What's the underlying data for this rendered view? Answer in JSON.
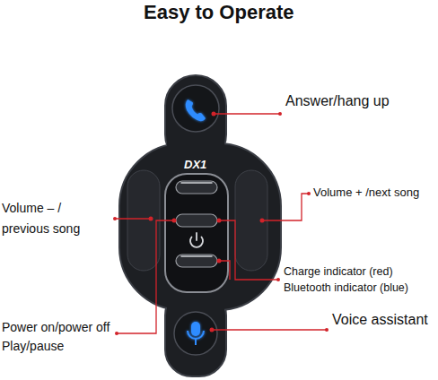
{
  "diagram": {
    "title": "Easy to Operate",
    "labels": [
      "Answer/hang up",
      "DX1",
      "Volume – / previous song",
      "Volume + /next song",
      "Charge indicator (red)",
      "Bluetooth indicator (blue)",
      "Power on/power off",
      "Play/pause",
      "Voice assistant"
    ]
  }
}
